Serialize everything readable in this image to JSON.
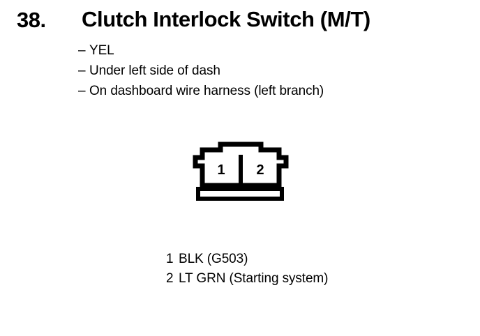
{
  "page": {
    "background_color": "#ffffff",
    "ink_color": "#000000"
  },
  "header": {
    "item_number": "38.",
    "title": "Clutch Interlock Switch (M/T)"
  },
  "details": {
    "dash": "–",
    "lines": [
      {
        "text": "YEL"
      },
      {
        "text": "Under left side of dash"
      },
      {
        "text": "On dashboard wire harness (left branch)"
      }
    ]
  },
  "connector": {
    "name": "2-pin connector",
    "cavities": [
      {
        "number": "1"
      },
      {
        "number": "2"
      }
    ]
  },
  "legend": {
    "rows": [
      {
        "pin": "1",
        "description": "BLK (G503)"
      },
      {
        "pin": "2",
        "description": "LT GRN (Starting system)"
      }
    ]
  }
}
